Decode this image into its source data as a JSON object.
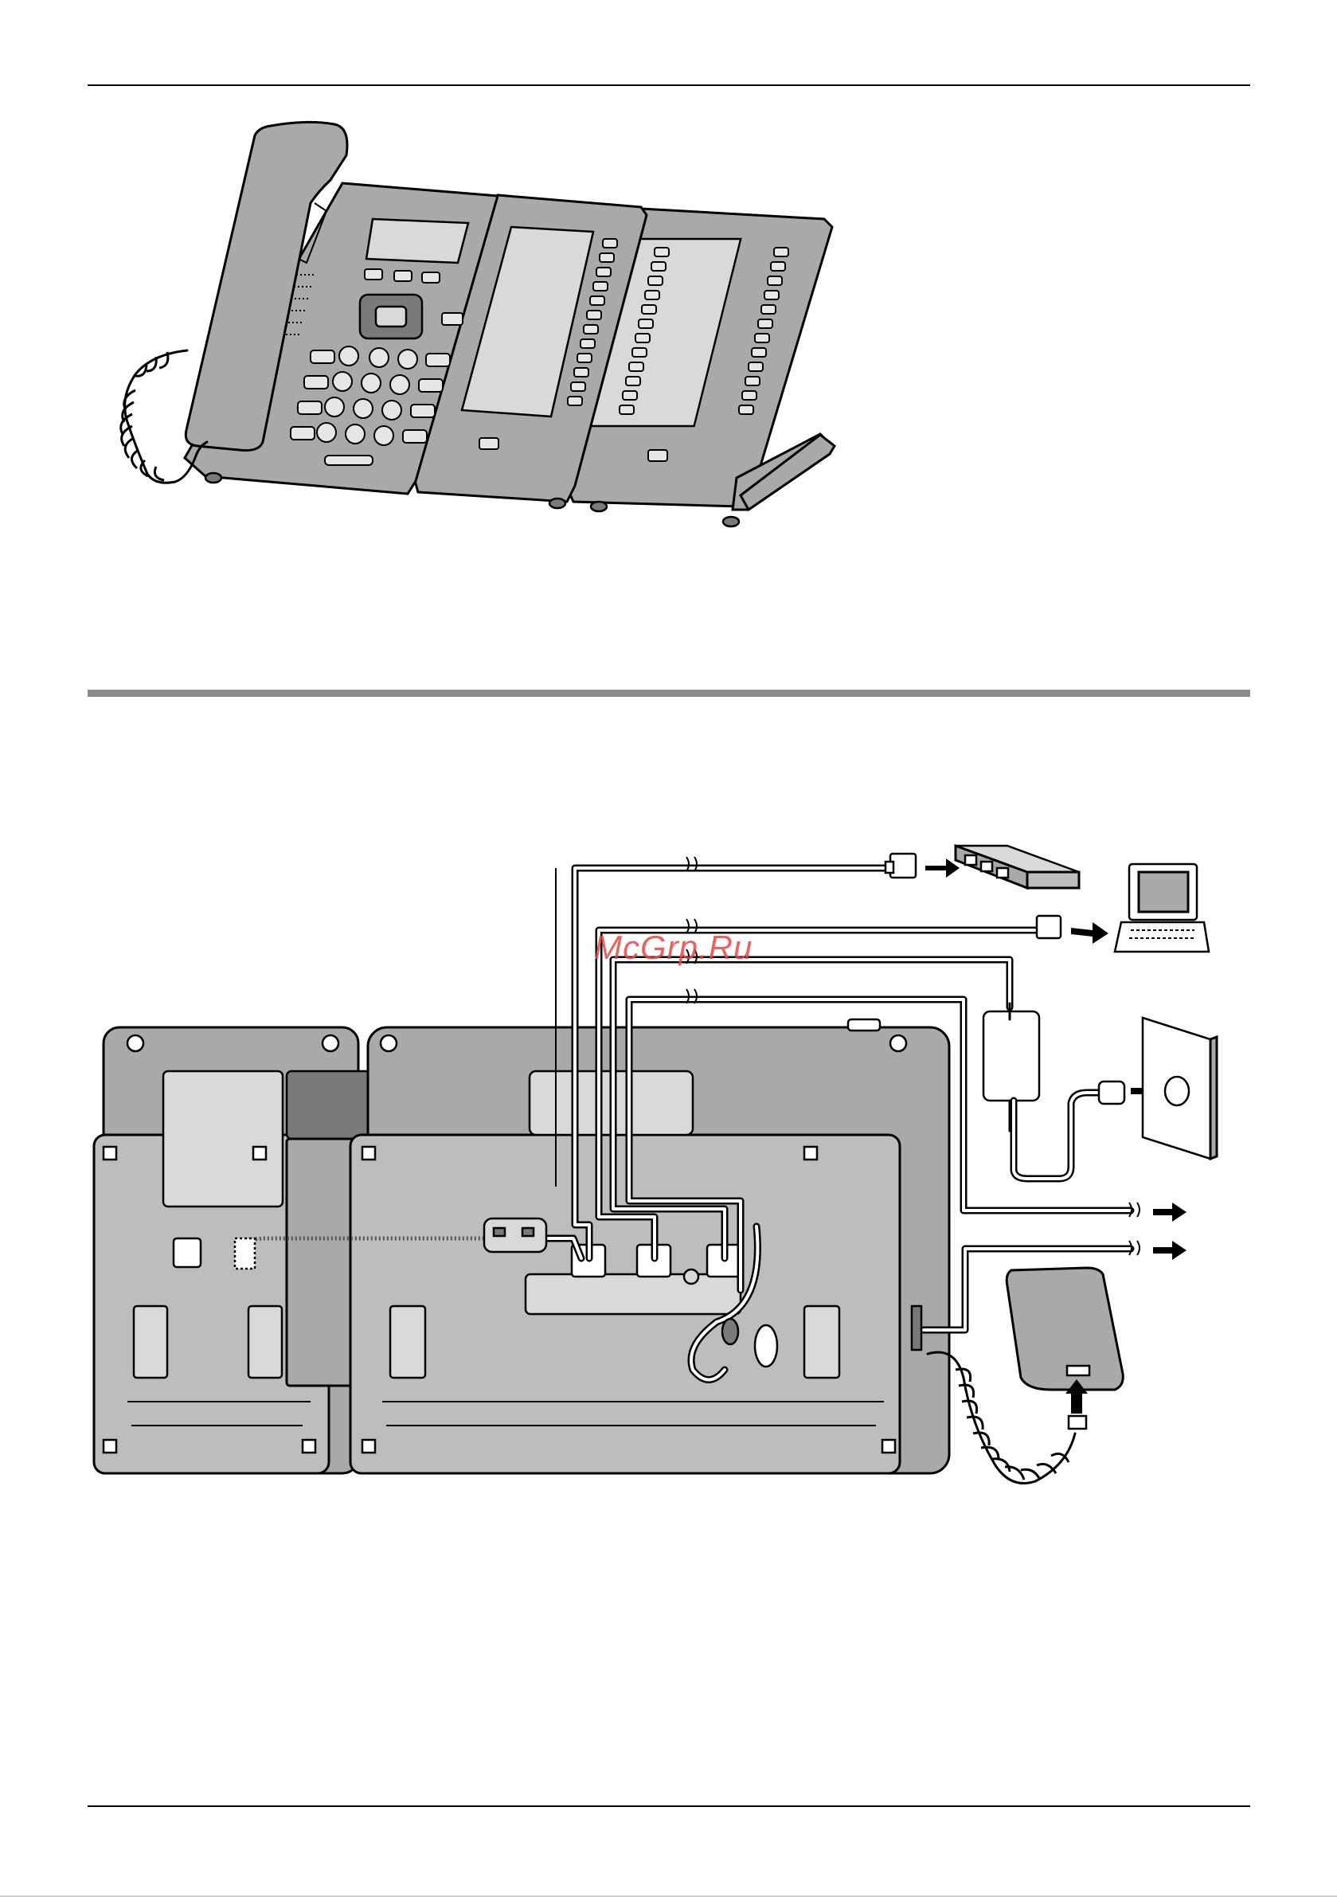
{
  "watermark": {
    "text": "McGrp.Ru",
    "color": "#e24a4a"
  },
  "colors": {
    "device_body": "#a9a9a9",
    "rule_gray": "#8a8a8a"
  },
  "illustrations": {
    "top": "desk-phone-with-expansion-modules",
    "bottom": "rear-cable-connection-diagram",
    "icons": [
      "handset-icon",
      "keypad-icon",
      "network-switch-icon",
      "laptop-icon",
      "ac-adaptor-icon",
      "wall-outlet-icon",
      "headset-icon",
      "arrow-icon",
      "ferrite-core-icon"
    ]
  }
}
